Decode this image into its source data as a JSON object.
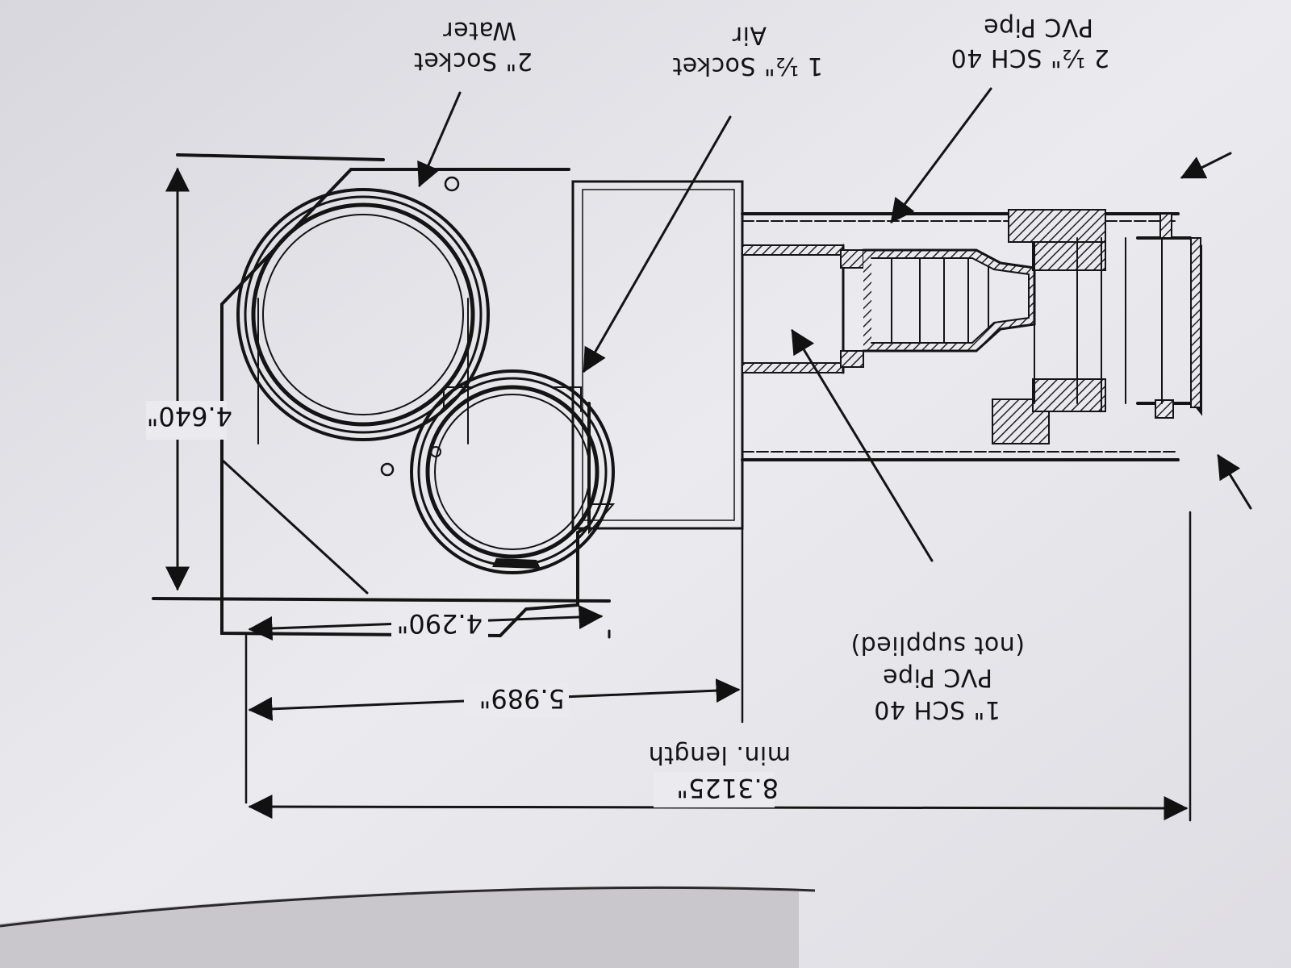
{
  "diagram": {
    "labels": {
      "water_socket": [
        "2\" Socket",
        "Water"
      ],
      "air_socket": [
        "1 ½\" Socket",
        "Air"
      ],
      "big_pipe": [
        "2 ½\" SCH 40",
        "PVC Pipe"
      ],
      "small_pipe": [
        "1\" SCH 40",
        "PVC Pipe",
        "(not supplied)"
      ],
      "min_length_note": "min. length"
    },
    "dimensions": {
      "height": "4.640\"",
      "width_body": "4.290\"",
      "width_outlet": "5.989\"",
      "overall_length": "8.3125\""
    },
    "colors": {
      "paper": "#e9e9ee",
      "paper_shadow": "#c9c6cc",
      "ink": "#141414"
    }
  }
}
